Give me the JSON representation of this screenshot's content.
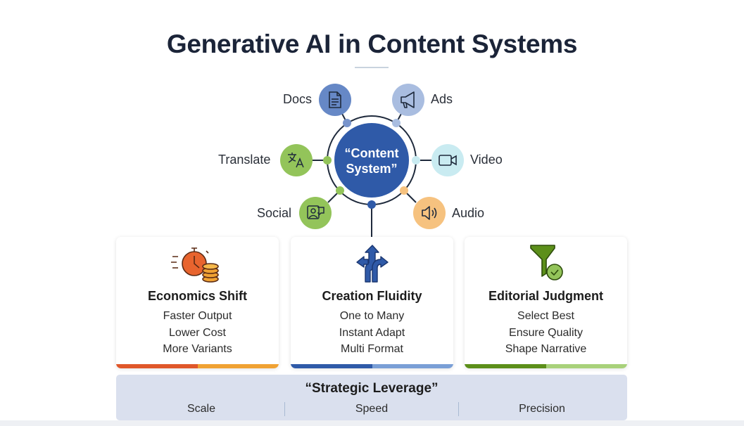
{
  "title": "Generative AI in Content Systems",
  "hub": {
    "center_label_line1": "“Content",
    "center_label_line2": "System”",
    "center_color": "#2f5aa8",
    "nodes": [
      {
        "label": "Docs",
        "icon": "document-icon",
        "color": "#6688c6"
      },
      {
        "label": "Ads",
        "icon": "megaphone-icon",
        "color": "#a9bde0"
      },
      {
        "label": "Translate",
        "icon": "translate-icon",
        "color": "#93c45a"
      },
      {
        "label": "Video",
        "icon": "video-camera-icon",
        "color": "#c9ebf1"
      },
      {
        "label": "Social",
        "icon": "social-chat-icon",
        "color": "#93c45a"
      },
      {
        "label": "Audio",
        "icon": "speaker-icon",
        "color": "#f6c27f"
      }
    ]
  },
  "cards": [
    {
      "title": "Economics Shift",
      "icon": "stopwatch-coins-icon",
      "items": [
        "Faster Output",
        "Lower Cost",
        "More Variants"
      ],
      "bar_colors": [
        "#e0572a",
        "#f0a233"
      ]
    },
    {
      "title": "Creation Fluidity",
      "icon": "split-arrows-icon",
      "items": [
        "One to Many",
        "Instant Adapt",
        "Multi Format"
      ],
      "bar_colors": [
        "#2f5aa8",
        "#7a9fd6"
      ]
    },
    {
      "title": "Editorial Judgment",
      "icon": "funnel-check-icon",
      "items": [
        "Select Best",
        "Ensure Quality",
        "Shape Narrative"
      ],
      "bar_colors": [
        "#5c8f1a",
        "#a8d17a"
      ]
    }
  ],
  "leverage": {
    "title": "“Strategic Leverage”",
    "items": [
      "Scale",
      "Speed",
      "Precision"
    ]
  }
}
